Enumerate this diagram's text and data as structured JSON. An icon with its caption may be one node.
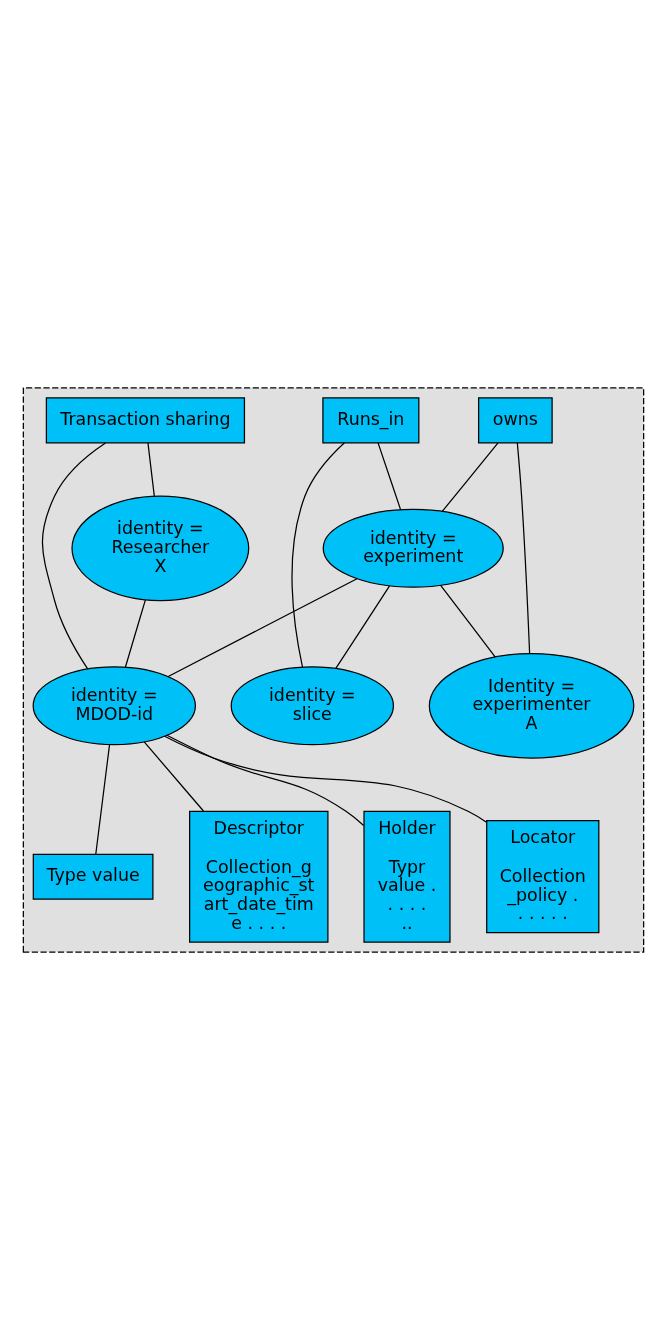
{
  "diagram": {
    "nodes": [
      {
        "text": [],
        "shape": "box"
      },
      {
        "text": [
          "owns"
        ],
        "in": 0
      },
      {
        "text": [
          "Identity = experimenter A"
        ],
        "in": 0
      },
      {
        "text": [
          "identity = experiment"
        ],
        "in": 0
      },
      {
        "text": [
          "Runs_in"
        ],
        "in": 0
      },
      {
        "text": [
          "identity = slice"
        ],
        "in": 0
      },
      {
        "text": [
          "identity = Researcher X"
        ],
        "in": 0
      },
      {
        "text": [
          "Transaction sharing"
        ],
        "in": 0
      },
      {
        "text": [
          "identity = MDOD-id"
        ],
        "in": 0
      },
      {
        "text": [
          "Type value"
        ],
        "in": 0
      },
      {
        "text": [
          "Descriptor",
          "Collection_geographic_start_date_time . . . ."
        ],
        "in": 0
      },
      {
        "text": [
          "Holder",
          "Typr value . . . . . .."
        ],
        "in": 0
      },
      {
        "text": [
          "Locator",
          "Collection_policy . . . . . ."
        ],
        "in": 0
      }
    ],
    "edges": [
      {
        "from": 3,
        "to": 2,
        "arrow": "none"
      },
      {
        "from": 1,
        "to": 3,
        "arrow": "none"
      },
      {
        "from": 1,
        "to": 2,
        "arrow": "none"
      },
      {
        "from": 3,
        "to": 5,
        "arrow": "none"
      },
      {
        "from": 4,
        "to": 3,
        "arrow": "none"
      },
      {
        "from": 4,
        "to": 5,
        "arrow": "none"
      },
      {
        "from": 3,
        "to": 8,
        "arrow": "none"
      },
      {
        "from": 6,
        "to": 8,
        "arrow": "none"
      },
      {
        "from": 7,
        "to": 6,
        "arrow": "none"
      },
      {
        "from": 7,
        "to": 8,
        "arrow": "none"
      },
      {
        "from": 8,
        "to": 9,
        "arrow": "none"
      },
      {
        "from": 8,
        "to": 10,
        "arrow": "none"
      },
      {
        "from": 8,
        "to": 11,
        "arrow": "none"
      },
      {
        "from": 8,
        "to": 12,
        "arrow": "none"
      }
    ]
  }
}
